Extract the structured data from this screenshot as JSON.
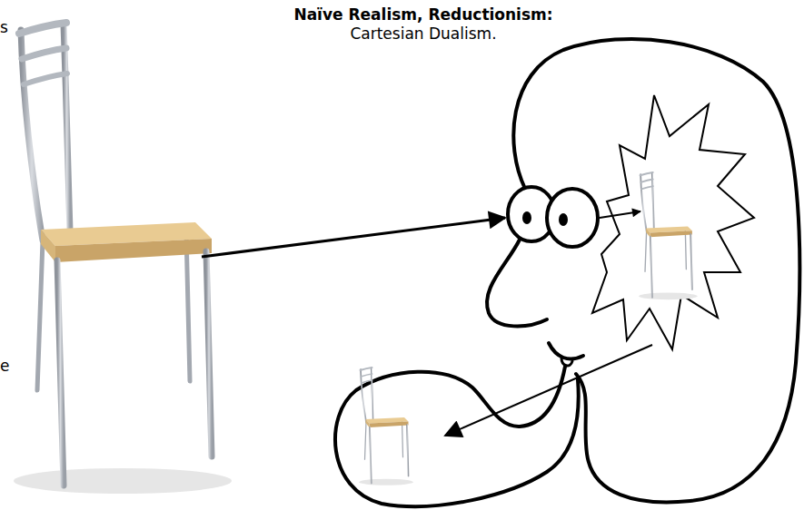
{
  "diagram": {
    "title": "Naïve Realism, Reductionism:",
    "labels": [
      "Cartesian Dualism.",
      "s",
      "e"
    ]
  }
}
